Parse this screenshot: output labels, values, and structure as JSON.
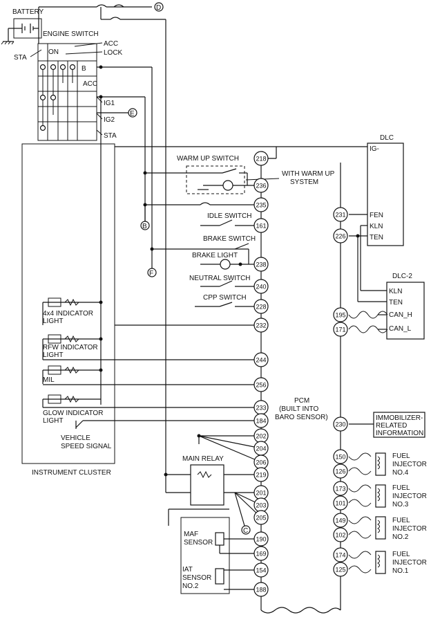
{
  "labels": {
    "battery": "BATTERY",
    "engine_switch": "ENGINE SWITCH",
    "acc": "ACC",
    "lock": "LOCK",
    "sta": "STA",
    "on": "ON",
    "b": "B",
    "acc_row": "ACC",
    "ig1": "IG1",
    "ig2": "IG2",
    "sta_row": "STA",
    "dlc": "DLC",
    "dlc_ig": "IG-",
    "dlc_fen": "FEN",
    "dlc_kln": "KLN",
    "dlc_ten": "TEN",
    "dlc2": "DLC-2",
    "dlc2_kln": "KLN",
    "dlc2_ten": "TEN",
    "dlc2_canh": "CAN_H",
    "dlc2_canl": "CAN_L",
    "warm_up_switch": "WARM UP SWITCH",
    "with_warm_up_line1": "WITH WARM UP",
    "with_warm_up_line2": "SYSTEM",
    "idle_switch": "IDLE SWITCH",
    "brake_switch": "BRAKE SWITCH",
    "brake_light": "BRAKE LIGHT",
    "neutral_switch": "NEUTRAL SWITCH",
    "cpp_switch": "CPP SWITCH",
    "ind_4x4_line1": "4x4 INDICATOR",
    "ind_4x4_line2": "LIGHT",
    "rfw_line1": "RFW INDICATOR",
    "rfw_line2": "LIGHT",
    "mil": "MIL",
    "glow_line1": "GLOW INDICATOR",
    "glow_line2": "LIGHT",
    "vss_line1": "VEHICLE",
    "vss_line2": "SPEED SIGNAL",
    "instrument_cluster": "INSTRUMENT CLUSTER",
    "pcm_line1": "PCM",
    "pcm_line2": "(BUILT INTO",
    "pcm_line3": "BARO SENSOR)",
    "main_relay": "MAIN RELAY",
    "maf_line1": "MAF",
    "maf_line2": "SENSOR",
    "iat_line1": "IAT",
    "iat_line2": "SENSOR",
    "iat_line3": "NO.2",
    "immob_line1": "IMMOBILIZER-",
    "immob_line2": "RELATED",
    "immob_line3": "INFORMATION",
    "fuel": "FUEL",
    "injector": "INJECTOR",
    "no4": "NO.4",
    "no3": "NO.3",
    "no2": "NO.2",
    "no1": "NO.1",
    "conn_d": "D",
    "conn_e": "E",
    "conn_b": "B",
    "conn_f": "F",
    "conn_c": "C"
  },
  "pins_left": [
    "218",
    "236",
    "235",
    "161",
    "238",
    "240",
    "228",
    "232",
    "244",
    "256",
    "233",
    "184",
    "202",
    "204",
    "206",
    "219",
    "201",
    "203",
    "205",
    "190",
    "169",
    "154",
    "188"
  ],
  "pins_right": [
    "231",
    "226",
    "195",
    "171",
    "230",
    "150",
    "126",
    "173",
    "101",
    "149",
    "102",
    "174",
    "125"
  ]
}
